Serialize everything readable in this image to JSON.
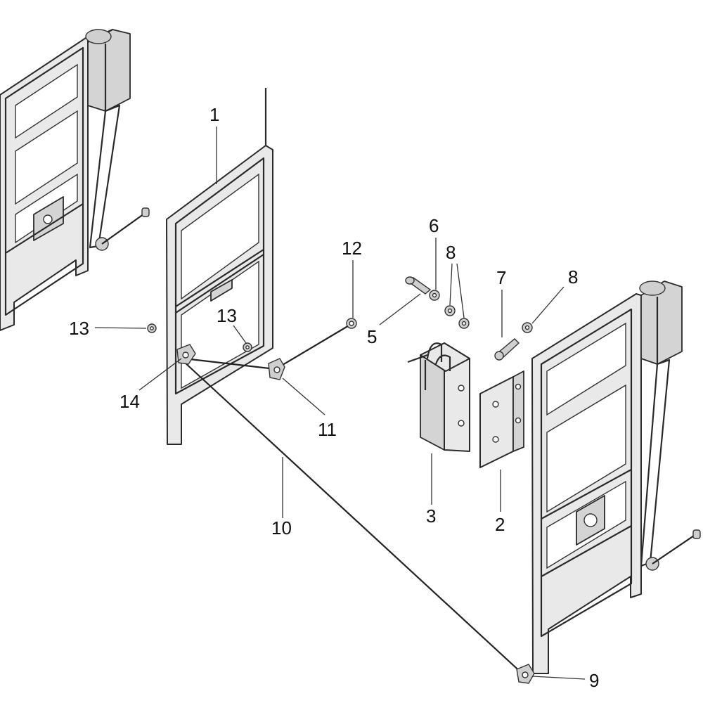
{
  "callouts": {
    "c1": "1",
    "c2": "2",
    "c3": "3",
    "c5": "5",
    "c6": "6",
    "c7": "7",
    "c8a": "8",
    "c8b": "8",
    "c9": "9",
    "c10": "10",
    "c11": "11",
    "c12": "12",
    "c13a": "13",
    "c13b": "13",
    "c14": "14"
  }
}
